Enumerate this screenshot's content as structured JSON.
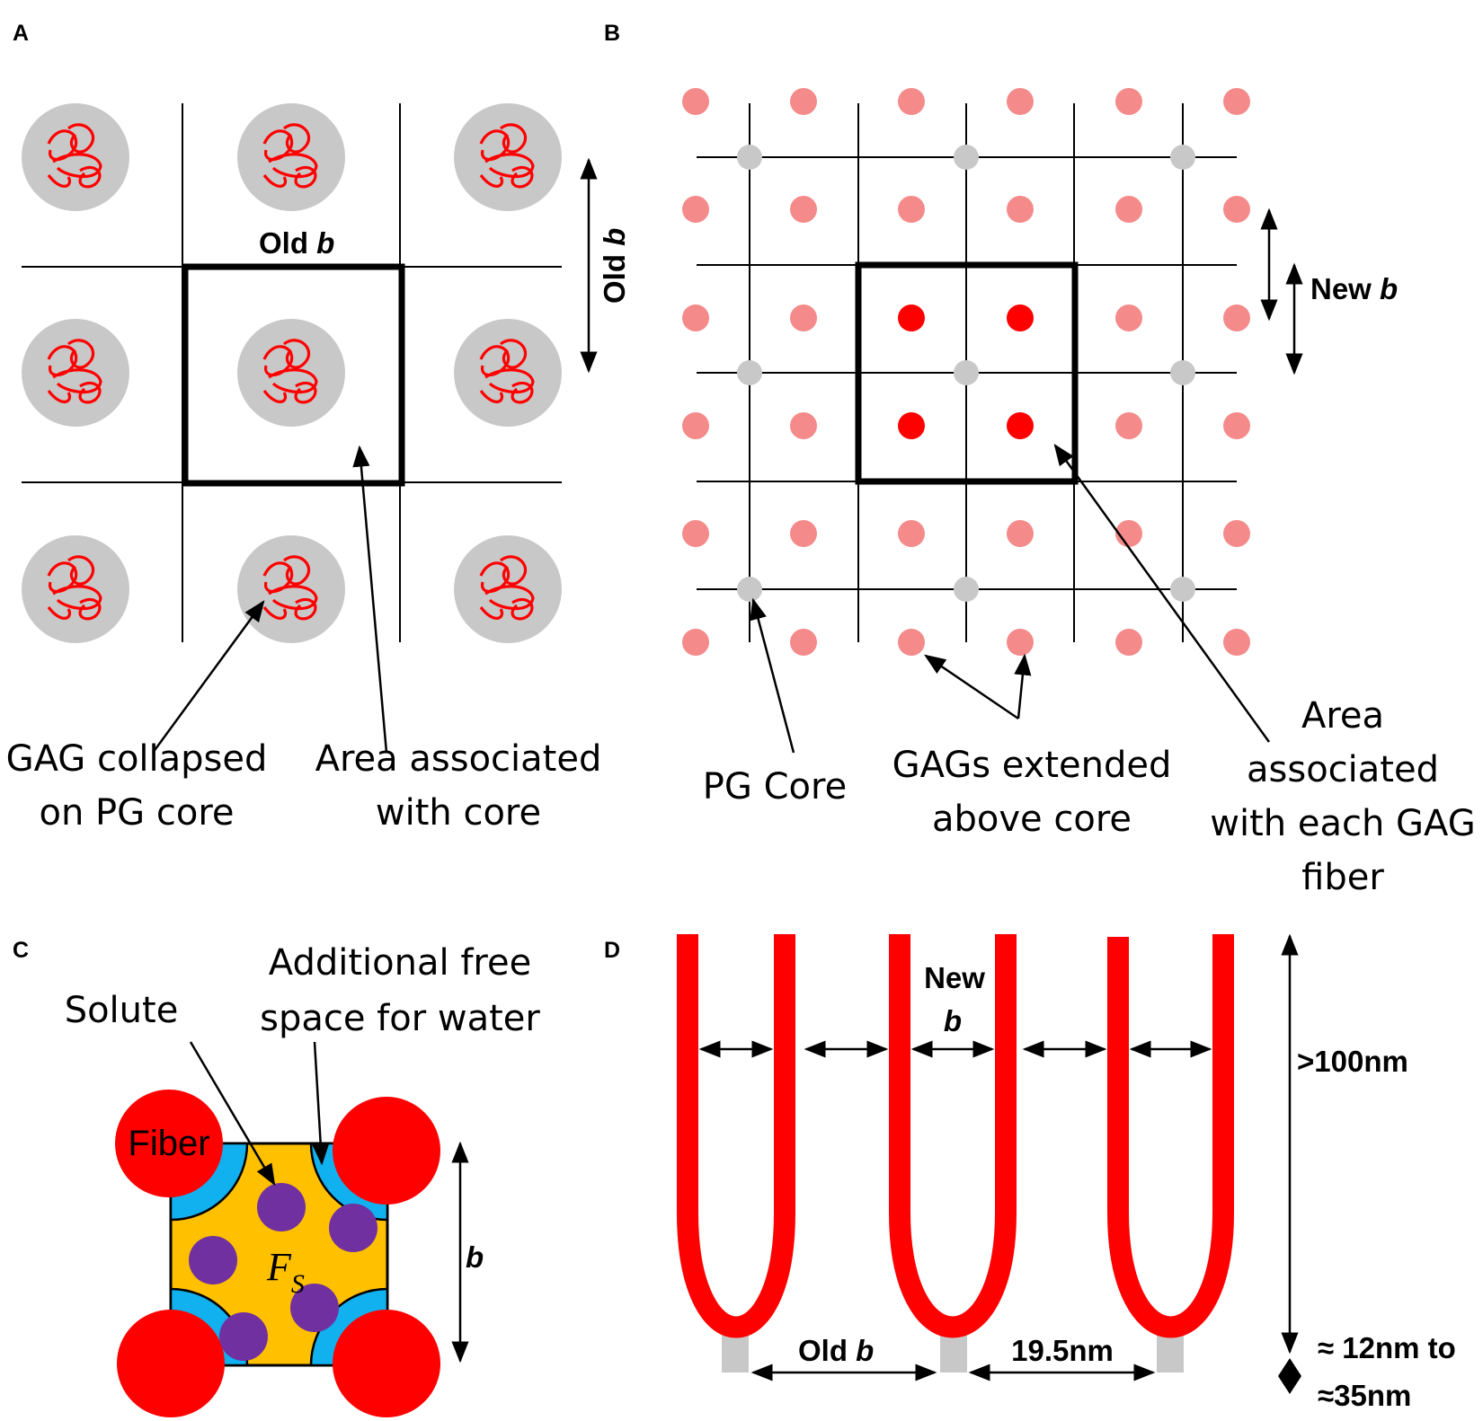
{
  "panels": {
    "a": {
      "letter": "A",
      "old_b_label": "Old ",
      "b_symbol": "b",
      "vertical_old_b_label": "Old ",
      "label_gag_collapsed": [
        "GAG collapsed",
        "on PG core"
      ],
      "label_area_core": [
        "Area associated",
        "with core"
      ]
    },
    "b": {
      "letter": "B",
      "new_b_label": "New ",
      "b_symbol": "b",
      "label_pg_core": "PG Core",
      "label_gags_extended": [
        "GAGs extended",
        "above core"
      ],
      "label_area_gag": [
        "Area",
        "associated",
        "with each GAG",
        "fiber"
      ]
    },
    "c": {
      "letter": "C",
      "label_additional": [
        "Additional free",
        "space for water"
      ],
      "label_solute": "Solute",
      "label_fiber": "Fiber",
      "b_symbol": "b",
      "fs_main": "F",
      "fs_sub": "S"
    },
    "d": {
      "letter": "D",
      "new_b_top": "New",
      "b_symbol": "b",
      "label_height": ">100nm",
      "old_b_label": "Old ",
      "label_spacing": "19.5nm",
      "label_range": [
        "≈ 12nm to",
        "≈35nm"
      ]
    }
  },
  "colors": {
    "gag_red": "#ff0000",
    "gag_light": "#f48a8a",
    "core_gray": "#c8c8c8",
    "water_blue": "#11b0ef",
    "solute_purple": "#7030a0",
    "space_orange": "#ffc000"
  }
}
